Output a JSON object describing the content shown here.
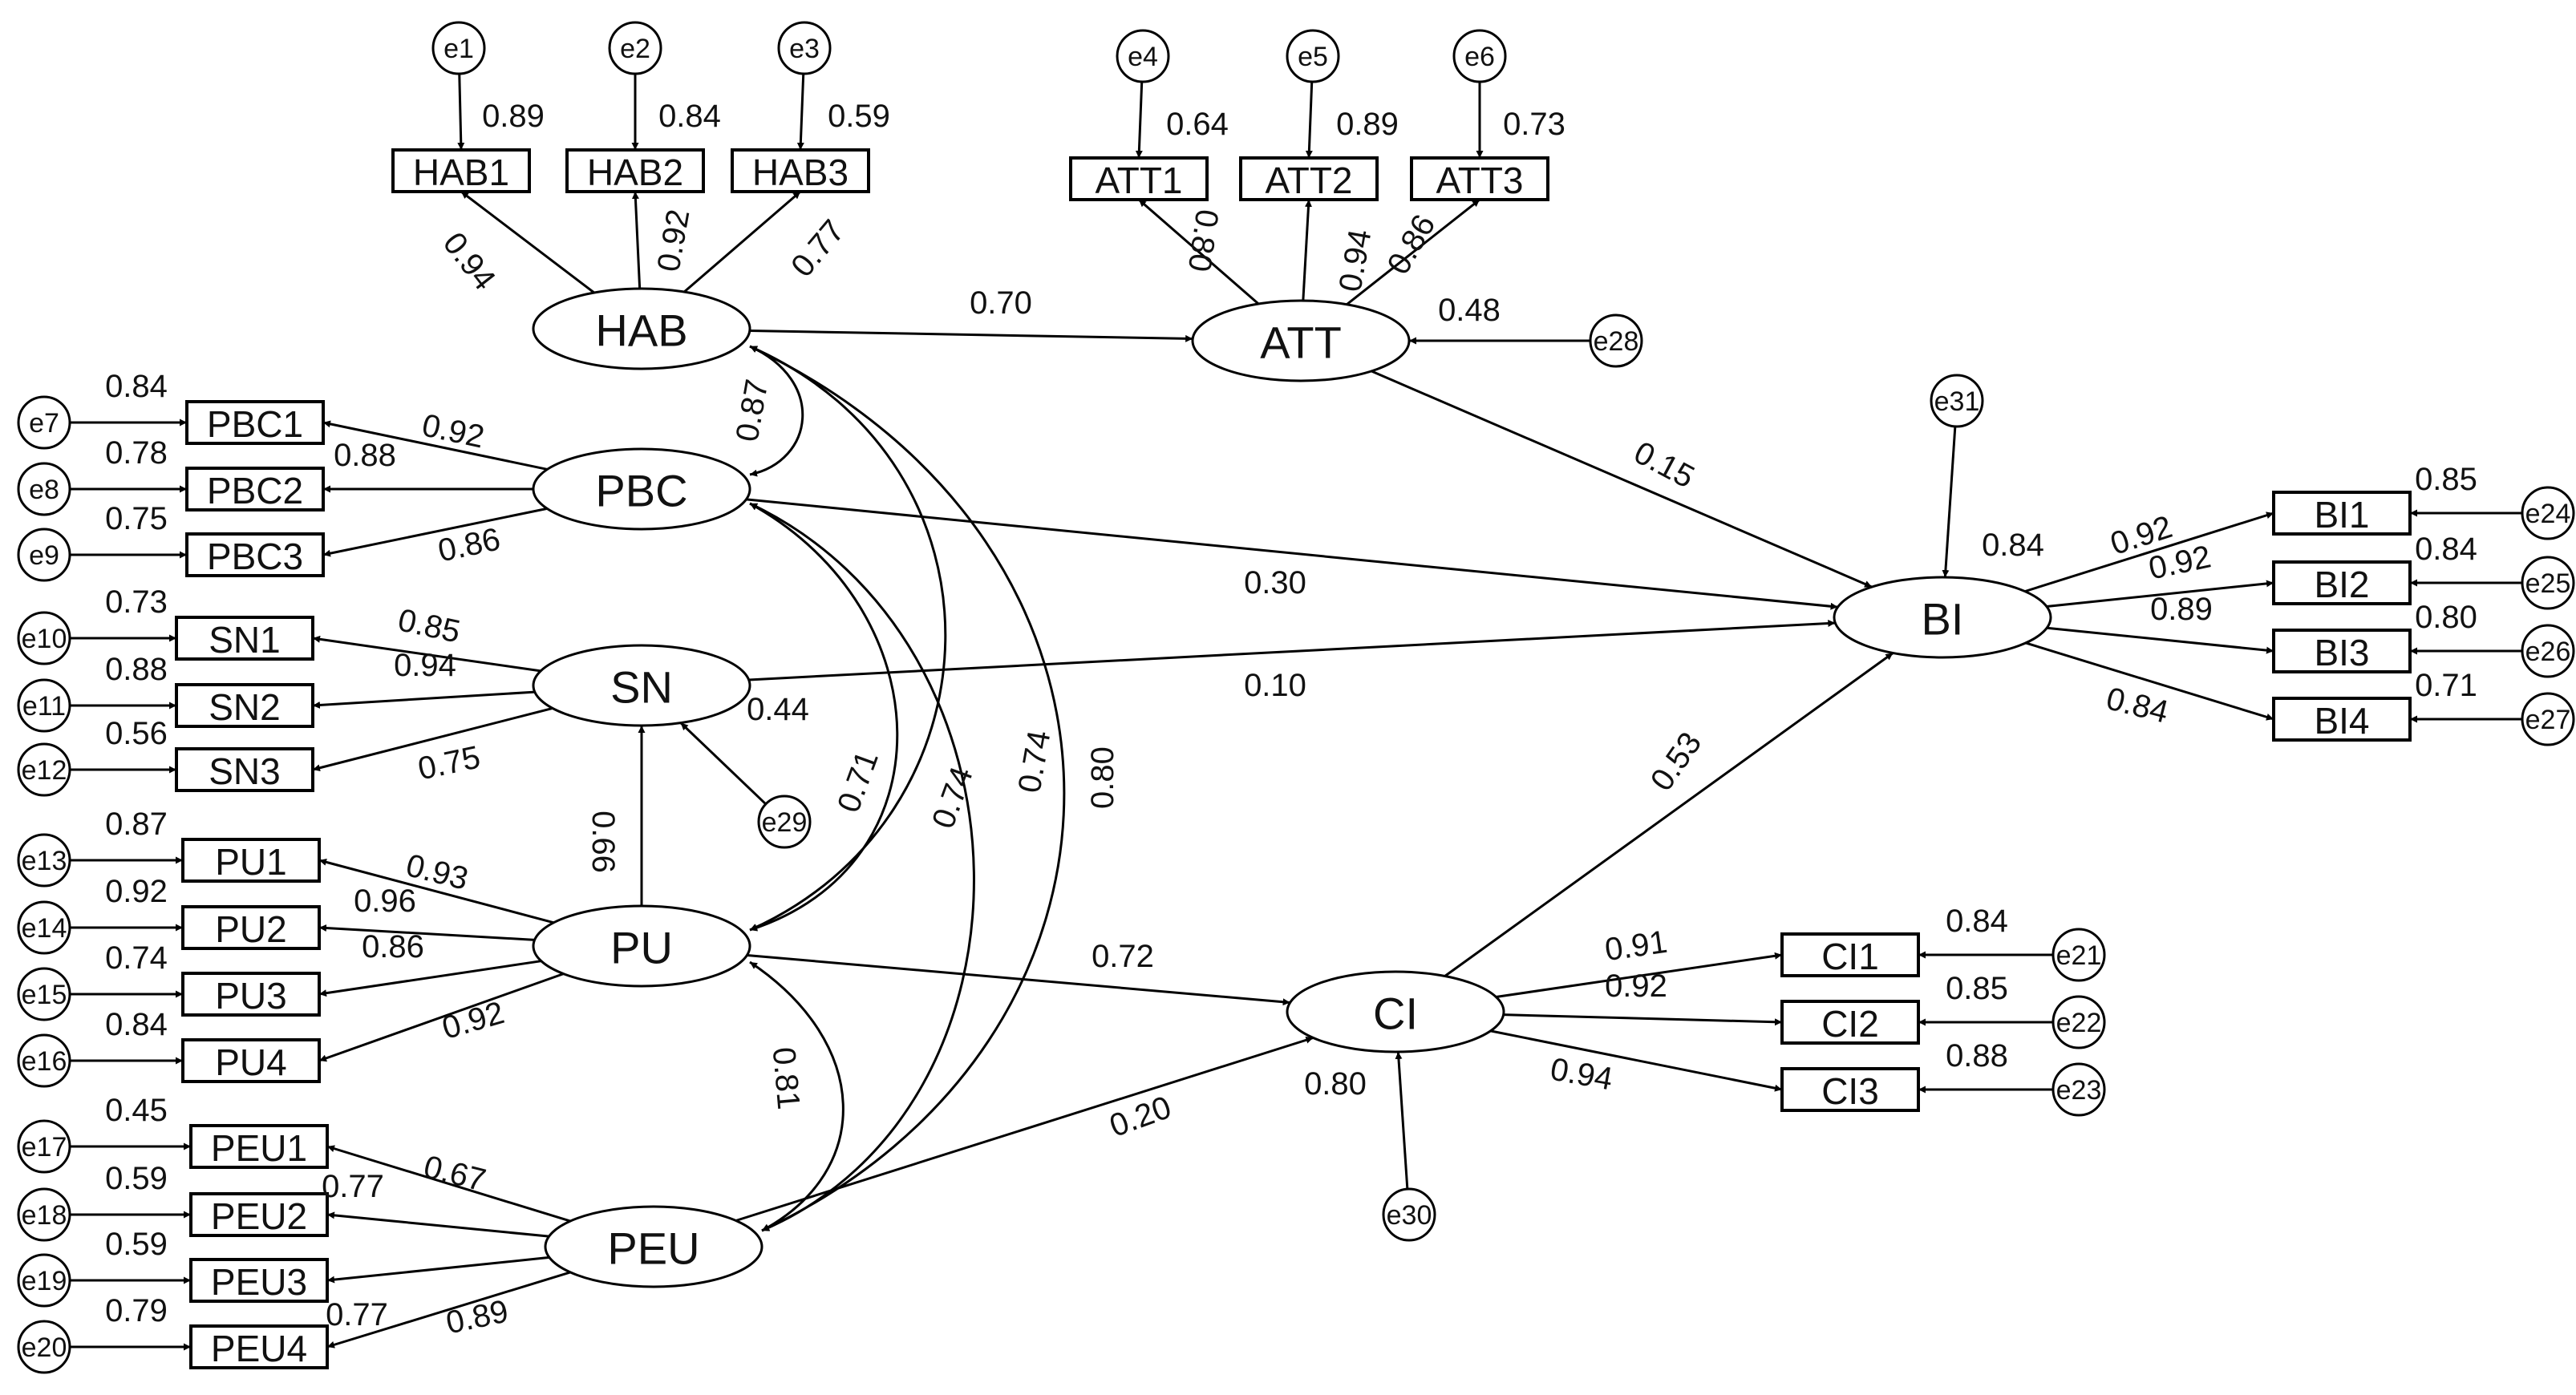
{
  "latents": {
    "HAB": "HAB",
    "ATT": "ATT",
    "PBC": "PBC",
    "SN": "SN",
    "PU": "PU",
    "PEU": "PEU",
    "CI": "CI",
    "BI": "BI"
  },
  "observed": {
    "HAB1": "HAB1",
    "HAB2": "HAB2",
    "HAB3": "HAB3",
    "ATT1": "ATT1",
    "ATT2": "ATT2",
    "ATT3": "ATT3",
    "PBC1": "PBC1",
    "PBC2": "PBC2",
    "PBC3": "PBC3",
    "SN1": "SN1",
    "SN2": "SN2",
    "SN3": "SN3",
    "PU1": "PU1",
    "PU2": "PU2",
    "PU3": "PU3",
    "PU4": "PU4",
    "PEU1": "PEU1",
    "PEU2": "PEU2",
    "PEU3": "PEU3",
    "PEU4": "PEU4",
    "CI1": "CI1",
    "CI2": "CI2",
    "CI3": "CI3",
    "BI1": "BI1",
    "BI2": "BI2",
    "BI3": "BI3",
    "BI4": "BI4"
  },
  "errors": {
    "e1": "e1",
    "e2": "e2",
    "e3": "e3",
    "e4": "e4",
    "e5": "e5",
    "e6": "e6",
    "e7": "e7",
    "e8": "e8",
    "e9": "e9",
    "e10": "e10",
    "e11": "e11",
    "e12": "e12",
    "e13": "e13",
    "e14": "e14",
    "e15": "e15",
    "e16": "e16",
    "e17": "e17",
    "e18": "e18",
    "e19": "e19",
    "e20": "e20",
    "e21": "e21",
    "e22": "e22",
    "e23": "e23",
    "e24": "e24",
    "e25": "e25",
    "e26": "e26",
    "e27": "e27",
    "e28": "e28",
    "e29": "e29",
    "e30": "e30",
    "e31": "e31"
  },
  "r2": {
    "HAB1": "0.89",
    "HAB2": "0.84",
    "HAB3": "0.59",
    "ATT1": "0.64",
    "ATT2": "0.89",
    "ATT3": "0.73",
    "PBC1": "0.84",
    "PBC2": "0.78",
    "PBC3": "0.75",
    "SN1": "0.73",
    "SN2": "0.88",
    "SN3": "0.56",
    "PU1": "0.87",
    "PU2": "0.92",
    "PU3": "0.74",
    "PU4": "0.84",
    "PEU1": "0.45",
    "PEU2": "0.59",
    "PEU3": "0.59",
    "PEU4": "0.79",
    "CI1": "0.84",
    "CI2": "0.85",
    "CI3": "0.88",
    "BI1": "0.85",
    "BI2": "0.84",
    "BI3": "0.80",
    "BI4": "0.71",
    "ATT": "0.48",
    "SN": "0.44",
    "CI": "0.80",
    "BI": "0.84"
  },
  "loadings": {
    "HAB1": "0.94",
    "HAB2": "0.92",
    "HAB3": "0.77",
    "ATT1": "0.80",
    "ATT2": "0.94",
    "ATT3": "0.86",
    "PBC1": "0.92",
    "PBC2": "0.88",
    "PBC3": "0.86",
    "SN1": "0.85",
    "SN2": "0.94",
    "SN3": "0.75",
    "PU1": "0.93",
    "PU2": "0.96",
    "PU3": "0.86",
    "PU4": "0.92",
    "PEU1": "0.67",
    "PEU2": "0.77",
    "PEU3": "0.77",
    "PEU4": "0.89",
    "CI1": "0.91",
    "CI2": "0.92",
    "CI3": "0.94",
    "BI1": "0.92",
    "BI2": "0.92",
    "BI3": "0.89",
    "BI4": "0.84"
  },
  "paths": {
    "HAB_ATT": "0.70",
    "ATT_BI": "0.15",
    "PBC_BI": "0.30",
    "SN_BI": "0.10",
    "PU_SN": "0.66",
    "PU_CI": "0.72",
    "PEU_CI": "0.20",
    "CI_BI": "0.53"
  },
  "covariances": {
    "HAB_PBC": "0.87",
    "PBC_PU": "0.71",
    "PBC_PEU": "0.74",
    "HAB_PU": "0.74",
    "HAB_PEU": "0.80",
    "PU_PEU": "0.81"
  }
}
